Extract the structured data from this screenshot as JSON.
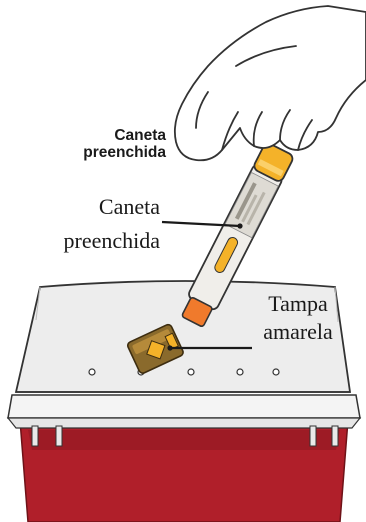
{
  "labels": {
    "pen_bold_line1": "Caneta",
    "pen_bold_line2": "preenchida",
    "pen_line1": "Caneta",
    "pen_line2": "preenchida",
    "cap_line1": "Tampa",
    "cap_line2": "amarela"
  },
  "colors": {
    "container_red": "#b01f2a",
    "container_red_dark": "#8e1820",
    "lid_gray": "#ededed",
    "pen_body": "#f0eeea",
    "pen_yellow": "#f4b229",
    "pen_orange": "#f07a2c",
    "cap_brown": "#8a6a2c",
    "outline": "#333333"
  }
}
